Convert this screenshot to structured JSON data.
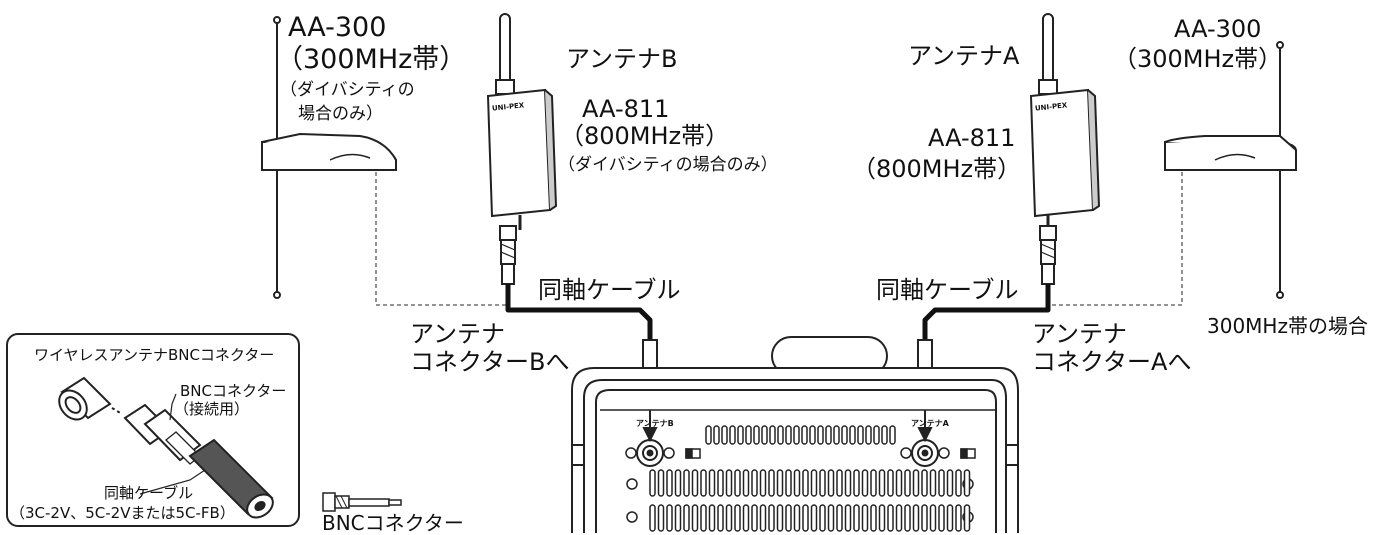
{
  "labels": {
    "aa300_left": "AA-300",
    "aa300_left_band": "（300MHz帯）",
    "aa300_left_note1": "（ダイバシティの",
    "aa300_left_note2": "場合のみ）",
    "antenna_b": "アンテナB",
    "aa811_left": "AA-811",
    "aa811_left_band": "（800MHz帯）",
    "aa811_left_note": "（ダイバシティの場合のみ）",
    "antenna_a": "アンテナA",
    "aa811_right": "AA-811",
    "aa811_right_band": "（800MHz帯）",
    "aa300_right": "AA-300",
    "aa300_right_band": "（300MHz帯）",
    "coax_left": "同軸ケーブル",
    "coax_right": "同軸ケーブル",
    "to_b_1": "アンテナ",
    "to_b_2": "コネクターBへ",
    "to_a_1": "アンテナ",
    "to_a_2": "コネクターAへ",
    "band_300_case": "300MHz帯の場合",
    "bnc_connector": "BNCコネクター",
    "device_logo_left": "UNI-PEX",
    "device_logo_right": "UNI-PEX",
    "panel_b": "アンテナB",
    "panel_a": "アンテナA"
  },
  "inset": {
    "title": "ワイヤレスアンテナBNCコネクター",
    "bnc_label1": "BNCコネクター",
    "bnc_label2": "（接続用）",
    "coax_label1": "同軸ケーブル",
    "coax_label2": "（3C-2V、5C-2Vまたは5C-FB）"
  }
}
